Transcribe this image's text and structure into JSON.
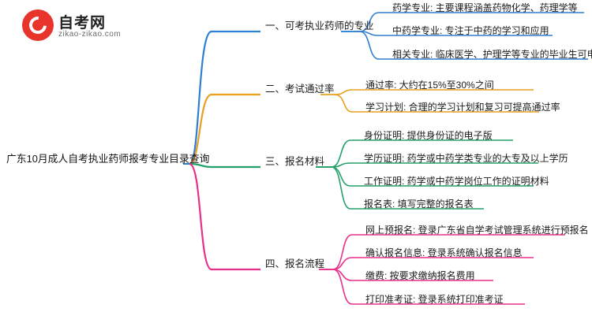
{
  "logo": {
    "name": "自考网",
    "domain": "zikao-zikao.com",
    "mark": "circle-swoosh-logo"
  },
  "mindmap": {
    "root": {
      "label": "广东10月成人自考执业药师报考专业目录查询"
    },
    "branches": [
      {
        "label": "一、可考执业药师的专业",
        "color": "#2f7fd1",
        "children": [
          {
            "label": "药学专业: 主要课程涵盖药物化学、药理学等"
          },
          {
            "label": "中药学专业: 专注于中药的学习和应用"
          },
          {
            "label": "相关专业: 临床医学、护理学等专业的毕业生可申请"
          }
        ]
      },
      {
        "label": "二、考试通过率",
        "color": "#e8a020",
        "children": [
          {
            "label": "通过率: 大约在15%至30%之间"
          },
          {
            "label": "学习计划: 合理的学习计划和复习可提高通过率"
          }
        ]
      },
      {
        "label": "三、报名材料",
        "color": "#23a06a",
        "children": [
          {
            "label": "身份证明: 提供身份证的电子版"
          },
          {
            "label": "学历证明: 药学或中药学类专业的大专及以上学历"
          },
          {
            "label": "工作证明: 药学或中药学岗位工作的证明材料"
          },
          {
            "label": "报名表: 填写完整的报名表"
          }
        ]
      },
      {
        "label": "四、报名流程",
        "color": "#e8308a",
        "children": [
          {
            "label": "网上预报名: 登录广东省自学考试管理系统进行预报名"
          },
          {
            "label": "确认报名信息: 登录系统确认报名信息"
          },
          {
            "label": "缴费: 按要求缴纳报名费用"
          },
          {
            "label": "打印准考证: 登录系统打印准考证"
          }
        ]
      }
    ]
  }
}
